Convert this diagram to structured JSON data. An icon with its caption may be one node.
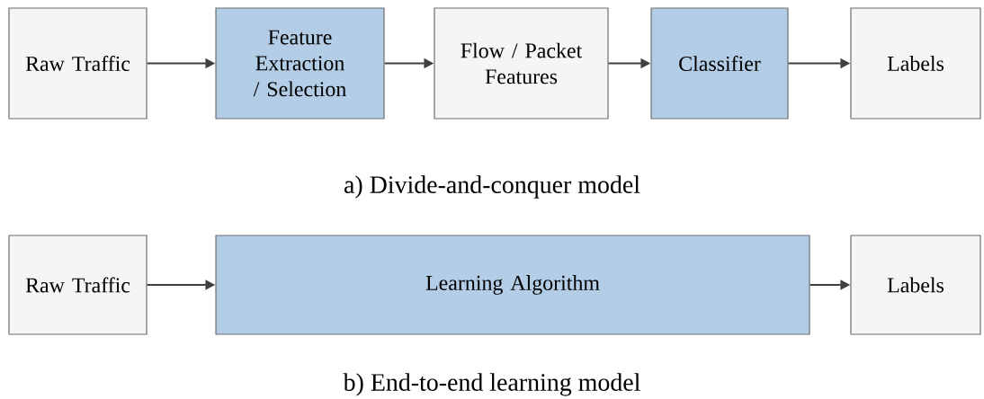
{
  "diagram": {
    "nodes": [
      {
        "text": [
          "Raw Traffic"
        ]
      },
      {
        "text": [
          "Feature Extraction / Selection"
        ]
      },
      {
        "text": [
          "Flow / Packet Features"
        ]
      },
      {
        "text": [
          "Classifier"
        ]
      },
      {
        "text": [
          "Labels"
        ]
      },
      {
        "text": [
          "Raw Traffic"
        ]
      },
      {
        "text": [
          "Learning Algorithm"
        ]
      },
      {
        "text": [
          "Labels"
        ]
      }
    ],
    "edges": [
      {
        "from": 0,
        "to": 1,
        "arrow": "to"
      },
      {
        "from": 1,
        "to": 2,
        "arrow": "to"
      },
      {
        "from": 2,
        "to": 3,
        "arrow": "to"
      },
      {
        "from": 3,
        "to": 4,
        "arrow": "to"
      },
      {
        "from": 5,
        "to": 6,
        "arrow": "to"
      },
      {
        "from": 6,
        "to": 7,
        "arrow": "to"
      }
    ],
    "labels": [
      "a) Divide-and-conquer  model",
      "b) End-to-end learning model"
    ]
  }
}
